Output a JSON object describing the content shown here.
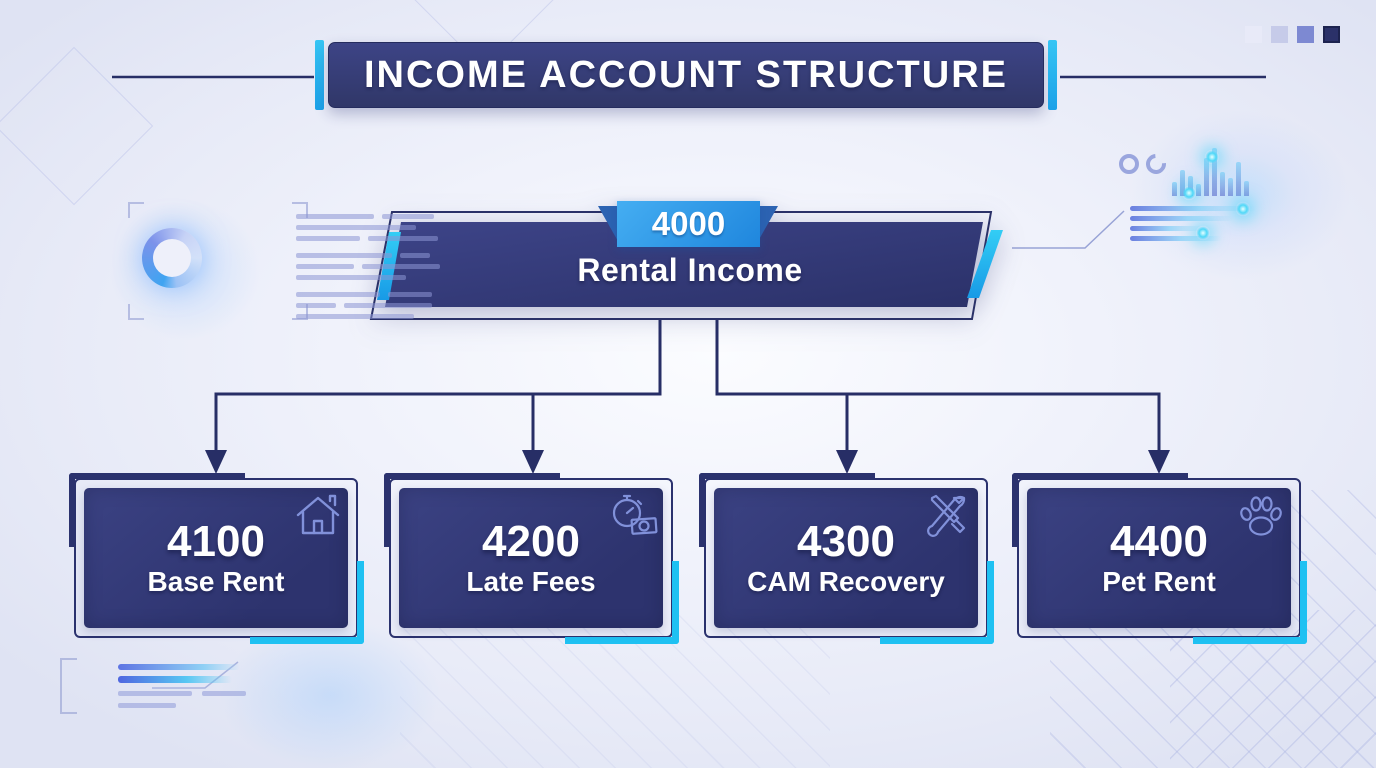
{
  "title": {
    "text": "INCOME ACCOUNT STRUCTURE"
  },
  "root": {
    "code": "4000",
    "label": "Rental Income"
  },
  "children": [
    {
      "code": "4100",
      "label": "Base Rent",
      "icon": "home-icon"
    },
    {
      "code": "4200",
      "label": "Late Fees",
      "icon": "stopwatch-money-icon"
    },
    {
      "code": "4300",
      "label": "CAM Recovery",
      "icon": "tools-icon"
    },
    {
      "code": "4400",
      "label": "Pet Rent",
      "icon": "paw-icon"
    }
  ],
  "colors": {
    "background": "#eef0fa",
    "navy_fill": "#2e356f",
    "navy_line": "#272e66",
    "cyan_accent": "#1fc1f2",
    "tab_blue": "#2f9ae8",
    "tab_wing": "#2c63b2",
    "icon_stroke": "#8191da",
    "text": "#ffffff"
  },
  "decor": {
    "corner_squares": [
      "#e8eaf8",
      "#c6cbe9",
      "#7d89d2",
      "#2b3169"
    ]
  }
}
